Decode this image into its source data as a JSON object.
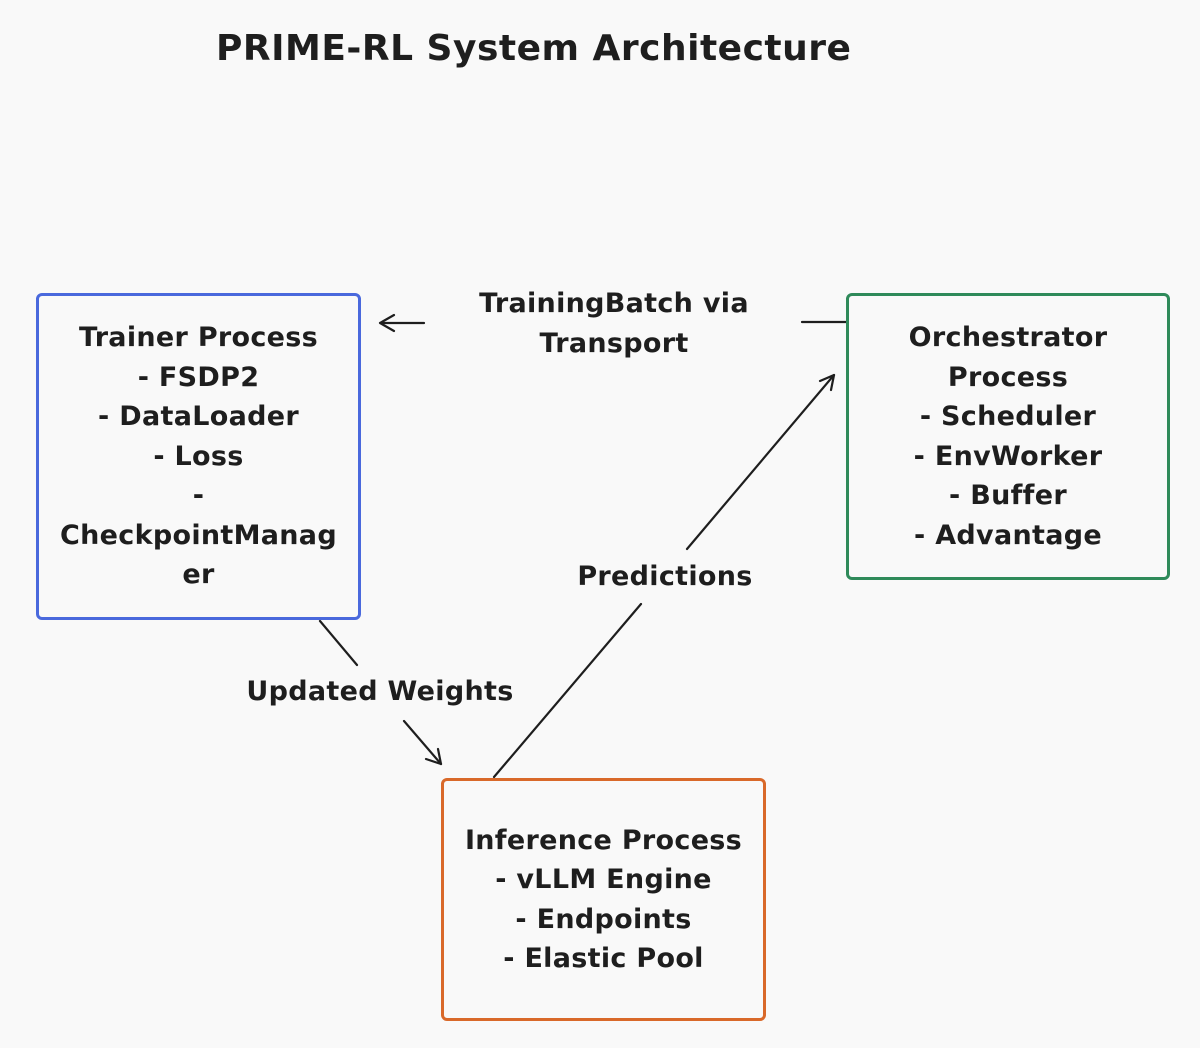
{
  "title": "PRIME-RL System Architecture",
  "nodes": {
    "trainer": {
      "lines": [
        "Trainer Process",
        "- FSDP2",
        "- DataLoader",
        "- Loss",
        "-",
        "CheckpointManag",
        "er"
      ],
      "border_color": "#4a69dd"
    },
    "orchestrator": {
      "lines": [
        "Orchestrator",
        "Process",
        "- Scheduler",
        "- EnvWorker",
        "- Buffer",
        "- Advantage"
      ],
      "border_color": "#2f8a5a"
    },
    "inference": {
      "lines": [
        "Inference Process",
        "- vLLM Engine",
        "- Endpoints",
        "- Elastic Pool"
      ],
      "border_color": "#d9692a"
    }
  },
  "edges": {
    "trainingbatch": {
      "from": "orchestrator",
      "to": "trainer",
      "lines": [
        "TrainingBatch via",
        "Transport"
      ]
    },
    "predictions": {
      "from": "inference",
      "to": "orchestrator",
      "lines": [
        "Predictions"
      ]
    },
    "updated_weights": {
      "from": "trainer",
      "to": "inference",
      "lines": [
        "Updated Weights"
      ]
    }
  },
  "colors": {
    "background": "#f9f9f9",
    "text": "#1e1e1e",
    "edge": "#1e1e1e"
  }
}
